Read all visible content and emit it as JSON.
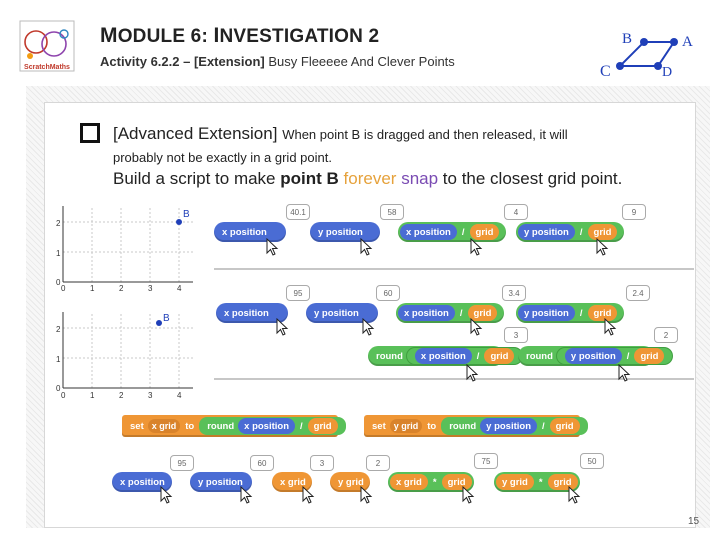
{
  "header": {
    "module_prefix": "M",
    "module_rest": "ODULE 6:",
    "inv_prefix": "I",
    "inv_rest": "NVESTIGATION 2",
    "activity_bold": "Activity 6.2.2 – [Extension]",
    "activity_rest": "Busy Fleeeee And Clever Points",
    "logo_text": "ScratchMaths",
    "corner_labels": {
      "b": "B",
      "a": "A",
      "c": "C",
      "d": "D"
    }
  },
  "task": {
    "tag": "[Advanced Extension]",
    "line1_lead": "When point B is dragged and then released, it will",
    "line2": "probably not be exactly in a grid point.",
    "build_pre": "Build a script to make",
    "build_point": "point B",
    "build_forever": "forever",
    "build_snap": "snap",
    "build_post": "to the closest grid point."
  },
  "graph1": {
    "y_ticks": [
      "2",
      "1",
      "0"
    ],
    "x_ticks": [
      "0",
      "1",
      "2",
      "3",
      "4"
    ],
    "point_label": "B"
  },
  "graph2": {
    "y_ticks": [
      "2",
      "1",
      "0"
    ],
    "x_ticks": [
      "0",
      "1",
      "2",
      "3",
      "4"
    ],
    "point_label": "B"
  },
  "blocks": {
    "x_position": "x position",
    "y_position": "y position",
    "grid": "grid",
    "slash": "/",
    "round": "round",
    "set": "set",
    "to": "to",
    "x_grid": "x grid",
    "y_grid": "y grid",
    "star": "*"
  },
  "bubbles": {
    "r1": [
      "40.1",
      "58",
      "4",
      "9"
    ],
    "r2": [
      "95",
      "60",
      "3.4",
      "2.4"
    ],
    "r3": [
      "3",
      "2"
    ],
    "r4": [
      "95",
      "60",
      "3",
      "2",
      "75",
      "50"
    ]
  },
  "page_number": "15",
  "colors": {
    "motion": "#4a6cd4",
    "operators": "#59c059",
    "data": "#ef9635"
  }
}
